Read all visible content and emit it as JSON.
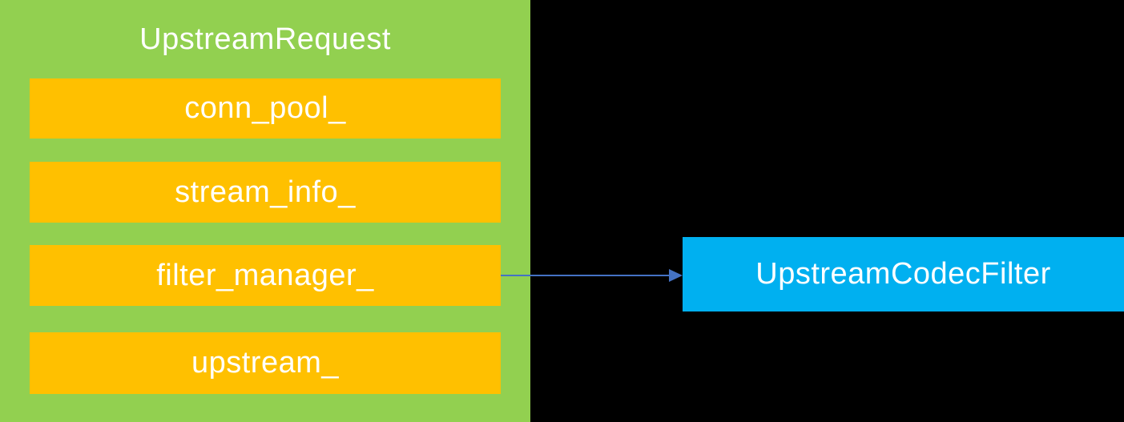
{
  "colors": {
    "background": "#000000",
    "container_fill": "#92D050",
    "member_fill": "#FFC000",
    "target_fill": "#00B0F0",
    "arrow": "#4472C4",
    "text": "#FFFFFF"
  },
  "diagram": {
    "container": {
      "title": "UpstreamRequest",
      "members": [
        {
          "label": "conn_pool_"
        },
        {
          "label": "stream_info_"
        },
        {
          "label": "filter_manager_"
        },
        {
          "label": "upstream_"
        }
      ]
    },
    "target": {
      "label": "UpstreamCodecFilter"
    },
    "arrow": {
      "from": "filter_manager_",
      "to": "UpstreamCodecFilter"
    }
  }
}
